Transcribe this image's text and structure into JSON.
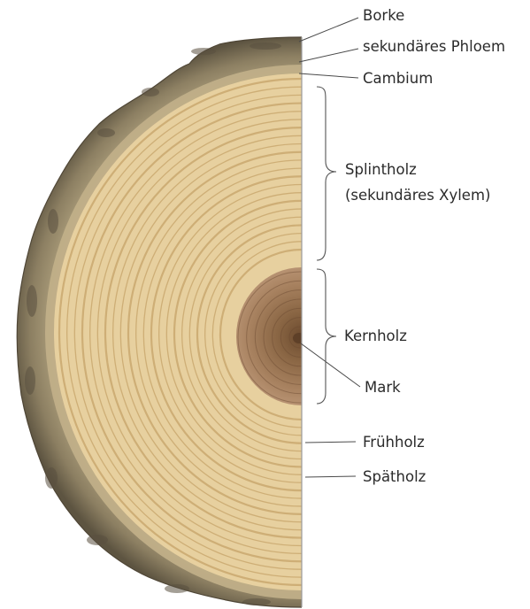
{
  "labels": {
    "borke": "Borke",
    "phloem": "sekundäres Phloem",
    "cambium": "Cambium",
    "splintholz": "Splintholz",
    "splintholz_sub": "(sekundäres Xylem)",
    "kernholz": "Kernholz",
    "mark": "Mark",
    "fruehholz": "Frühholz",
    "spaetholz": "Spätholz"
  },
  "colors": {
    "bark_dark": "#5a5040",
    "bark_mid": "#8a7d62",
    "bark_light": "#b3a584",
    "phloem": "#cdbb92",
    "sapwood": "#e7d09f",
    "ring_line": "#c9a86f",
    "heartwood_outer": "#b08a62",
    "heartwood_inner": "#7a5636",
    "pith": "#5e4028",
    "cut_line": "#a9a9a9",
    "text": "#2b2b2b"
  }
}
